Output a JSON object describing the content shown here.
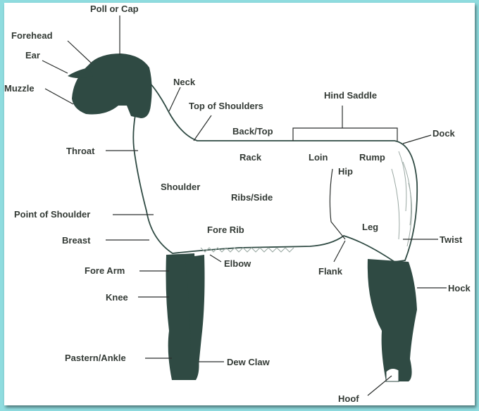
{
  "labels": {
    "poll": "Poll or Cap",
    "forehead": "Forehead",
    "ear": "Ear",
    "muzzle": "Muzzle",
    "neck": "Neck",
    "top_of_shoulders": "Top of Shoulders",
    "hind_saddle": "Hind Saddle",
    "back_top": "Back/Top",
    "dock": "Dock",
    "throat": "Throat",
    "rack": "Rack",
    "loin": "Loin",
    "rump": "Rump",
    "hip": "Hip",
    "shoulder": "Shoulder",
    "ribs_side": "Ribs/Side",
    "point_of_shoulder": "Point of Shoulder",
    "leg": "Leg",
    "fore_rib": "Fore Rib",
    "breast": "Breast",
    "twist": "Twist",
    "elbow": "Elbow",
    "fore_arm": "Fore Arm",
    "flank": "Flank",
    "hock": "Hock",
    "knee": "Knee",
    "pastern_ankle": "Pastern/Ankle",
    "dew_claw": "Dew Claw",
    "hoof": "Hoof"
  },
  "colors": {
    "background": "#8fdcdf",
    "sheep_dark": "#2f4a43",
    "label_text": "#333a35"
  }
}
